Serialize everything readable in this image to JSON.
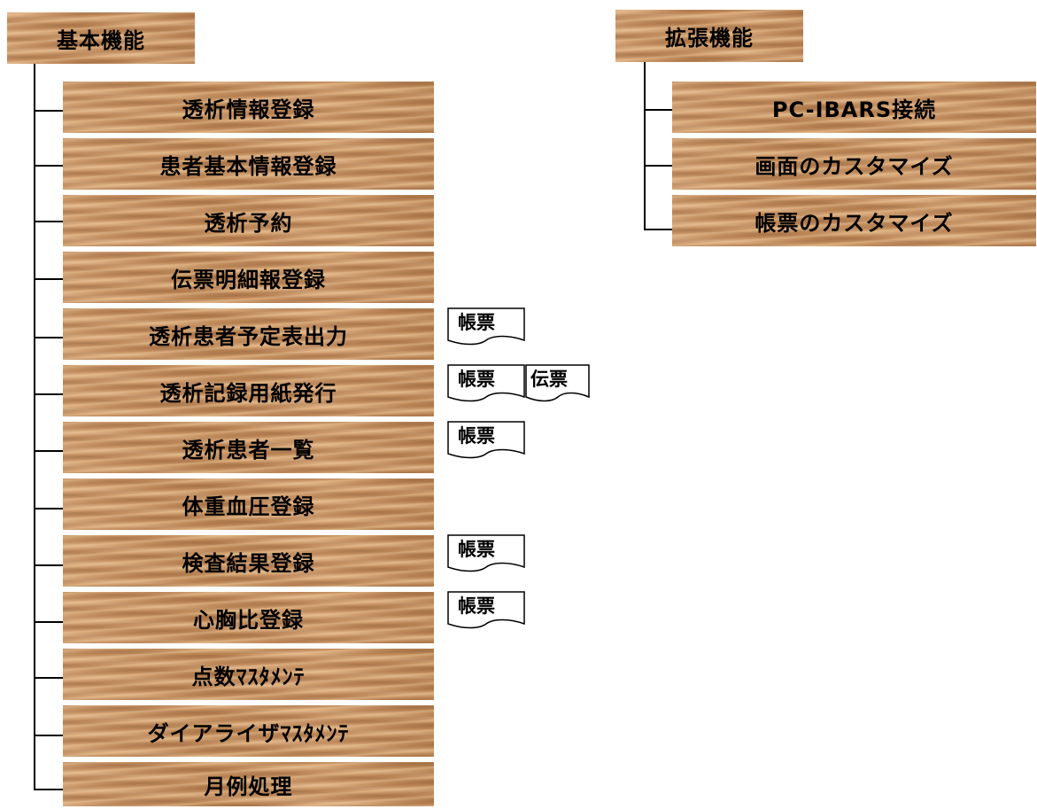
{
  "basic": {
    "header": "基本機能",
    "items": [
      {
        "label": "透析情報登録",
        "badges": []
      },
      {
        "label": "患者基本情報登録",
        "badges": []
      },
      {
        "label": "透析予約",
        "badges": []
      },
      {
        "label": "伝票明細報登録",
        "badges": []
      },
      {
        "label": "透析患者予定表出力",
        "badges": [
          "帳票"
        ]
      },
      {
        "label": "透析記録用紙発行",
        "badges": [
          "帳票",
          "伝票"
        ]
      },
      {
        "label": "透析患者一覧",
        "badges": [
          "帳票"
        ]
      },
      {
        "label": "体重血圧登録",
        "badges": []
      },
      {
        "label": "検査結果登録",
        "badges": [
          "帳票"
        ]
      },
      {
        "label": "心胸比登録",
        "badges": [
          "帳票"
        ]
      },
      {
        "label": "点数ﾏｽﾀﾒﾝﾃ",
        "badges": []
      },
      {
        "label": "ダイアライザﾏｽﾀﾒﾝﾃ",
        "badges": []
      },
      {
        "label": "月例処理",
        "badges": []
      }
    ]
  },
  "extended": {
    "header": "拡張機能",
    "items": [
      {
        "label": "PC-IBARS接続"
      },
      {
        "label": "画面のカスタマイズ"
      },
      {
        "label": "帳票のカスタマイズ"
      }
    ]
  },
  "colors": {
    "wood": "#c88f5c",
    "line": "#000000"
  }
}
